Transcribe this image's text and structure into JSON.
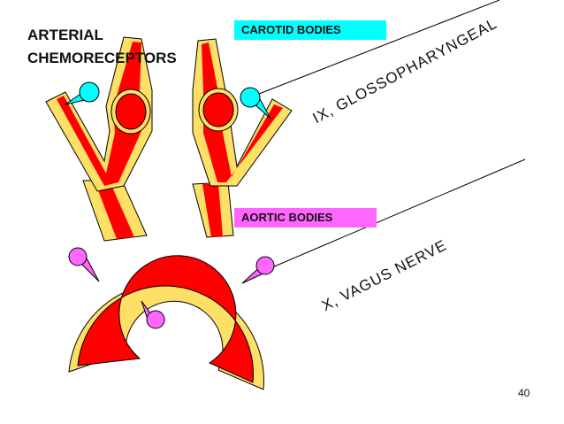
{
  "title": {
    "line1": "ARTERIAL",
    "line2": "CHEMORECEPTORS"
  },
  "labels": {
    "carotid": {
      "text": "CAROTID BODIES",
      "color": "#00FFFF"
    },
    "aortic": {
      "text": "AORTIC BODIES",
      "color": "#FF66FF"
    }
  },
  "nerves": {
    "glossopharyngeal": "IX, GLOSSOPHARYNGEAL",
    "vagus": "X, VAGUS  NERVE"
  },
  "page_number": "40",
  "colors": {
    "vessel_outer": "#FFE066",
    "vessel_inner": "#FF0000",
    "outline": "#000000",
    "carotid_body": "#00FFFF",
    "aortic_body": "#FF66FF"
  }
}
